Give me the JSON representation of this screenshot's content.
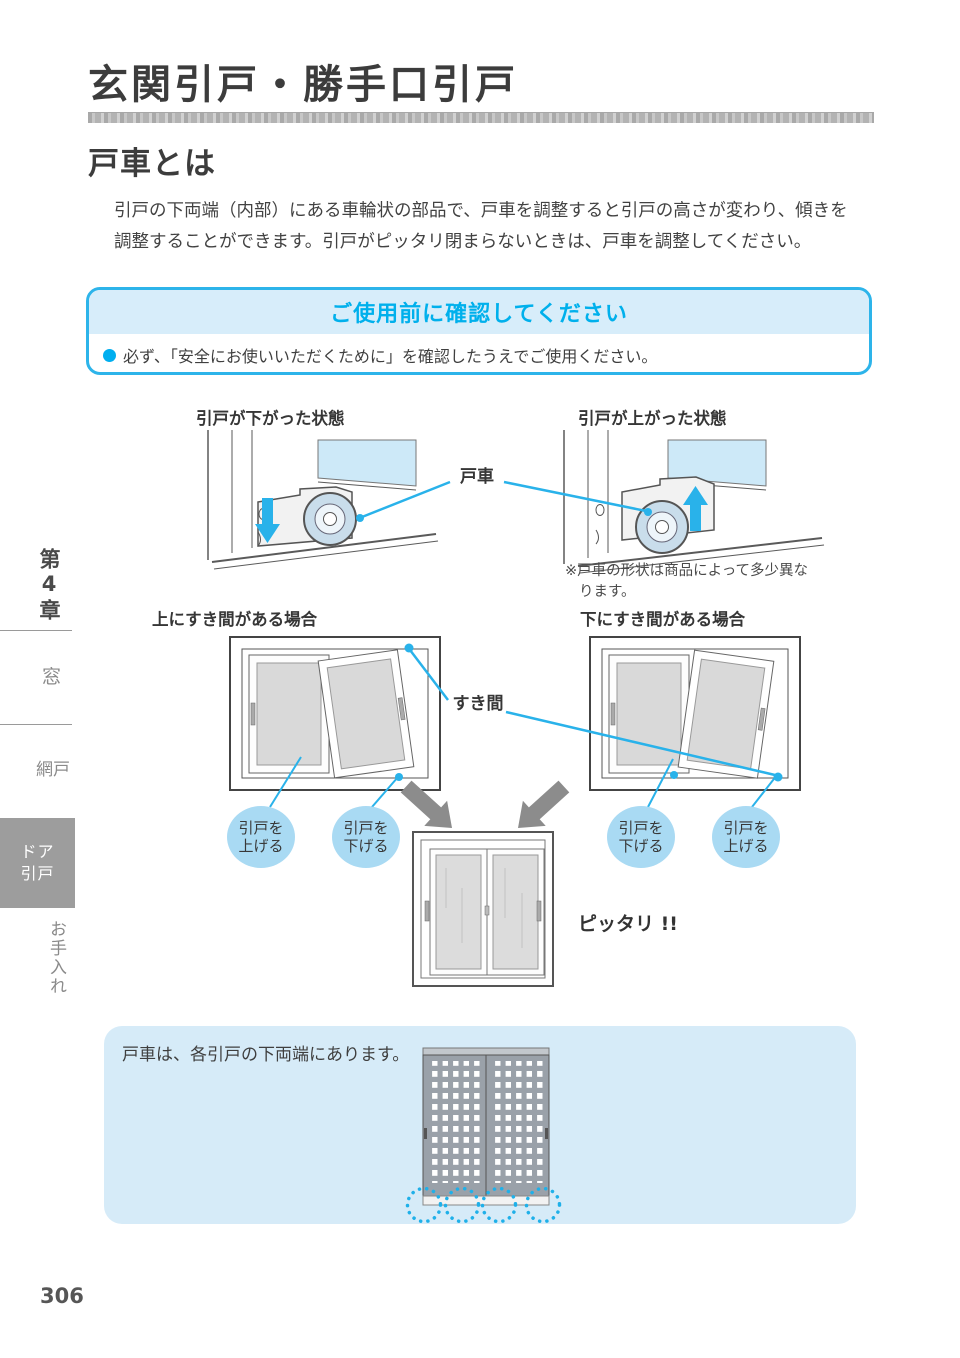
{
  "page": {
    "title": "玄関引戸・勝手口引戸",
    "page_number": "306"
  },
  "section": {
    "heading": "戸車とは",
    "body_line1": "引戸の下両端（内部）にある車輪状の部品で、戸車を調整すると引戸の高さが変わり、傾きを",
    "body_line2": "調整することができます。引戸がピッタリ閉まらないときは、戸車を調整してください。"
  },
  "confirm_box": {
    "title": "ご使用前に確認してください",
    "bullet_text": "必ず、「安全にお使いいただくために」を確認したうえでご使用ください。"
  },
  "roller_diagram": {
    "left_caption": "引戸が下がった状態",
    "right_caption": "引戸が上がった状態",
    "pointer_label": "戸車",
    "note_line1": "※戸車の形状は商品によって多少異な",
    "note_line2": "ります。"
  },
  "gap_diagram": {
    "left_caption": "上にすき間がある場合",
    "right_caption": "下にすき間がある場合",
    "pointer_label": "すき間",
    "badges": [
      {
        "line1": "引戸を",
        "line2": "上げる"
      },
      {
        "line1": "引戸を",
        "line2": "下げる"
      },
      {
        "line1": "引戸を",
        "line2": "下げる"
      },
      {
        "line1": "引戸を",
        "line2": "上げる"
      }
    ],
    "result_label": "ピッタリ !!"
  },
  "info_box": {
    "text": "戸車は、各引戸の下両端にあります。"
  },
  "sidebar": {
    "chapter": "第4章",
    "item_window": "窓",
    "item_screen": "網戸",
    "item_door_line1": "ドア",
    "item_door_line2": "引戸",
    "item_care": "お手入れ"
  },
  "icons": {
    "bullet": "filled-circle",
    "cyan_down_arrow": "down-arrow",
    "cyan_up_arrow": "up-arrow",
    "gray_arrows": "converge-arrows",
    "roller_marks": "dashed-circles"
  },
  "colors": {
    "accent_cyan": "#00aeef",
    "box_border_cyan": "#2db4ea",
    "light_blue_fill": "#d6ebf8",
    "badge_blue": "#a9daf3",
    "glass_blue": "#cde9f8",
    "sidebar_active_gray": "#9d9d9d",
    "arrow_gray": "#8c8c8c"
  }
}
